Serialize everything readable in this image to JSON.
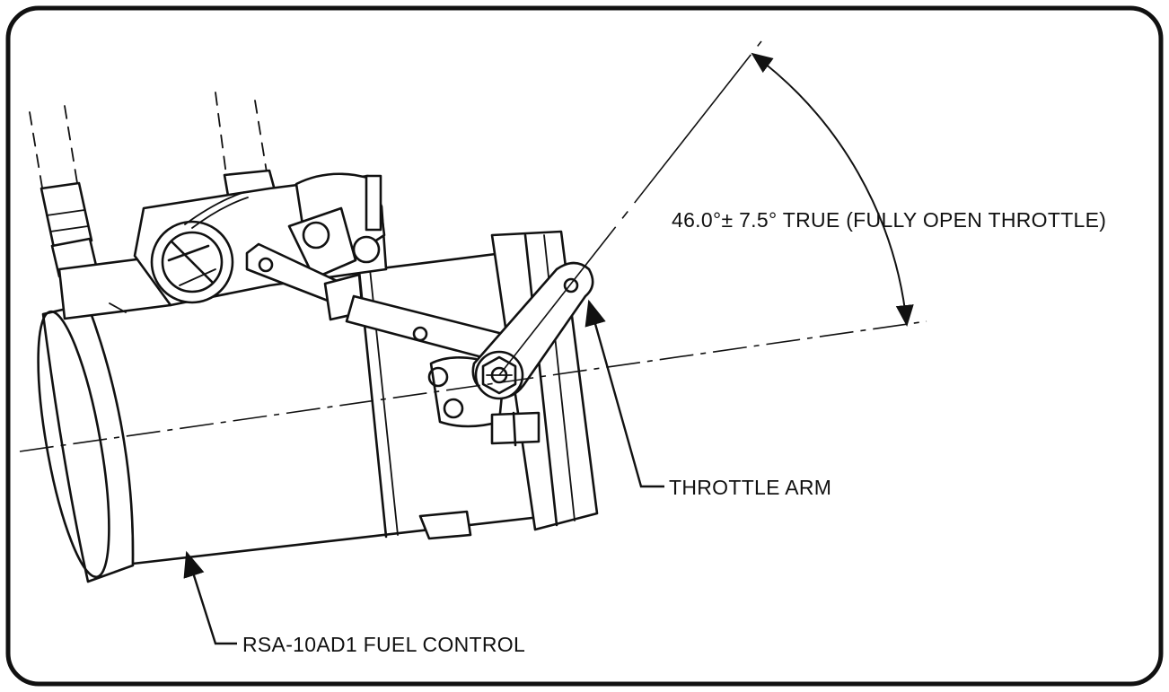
{
  "labels": {
    "angle": "46.0°± 7.5° TRUE (FULLY OPEN THROTTLE)",
    "throttle_arm": "THROTTLE ARM",
    "fuel_control": "RSA-10AD1 FUEL CONTROL"
  },
  "colors": {
    "ink": "#111111",
    "background": "#ffffff"
  }
}
